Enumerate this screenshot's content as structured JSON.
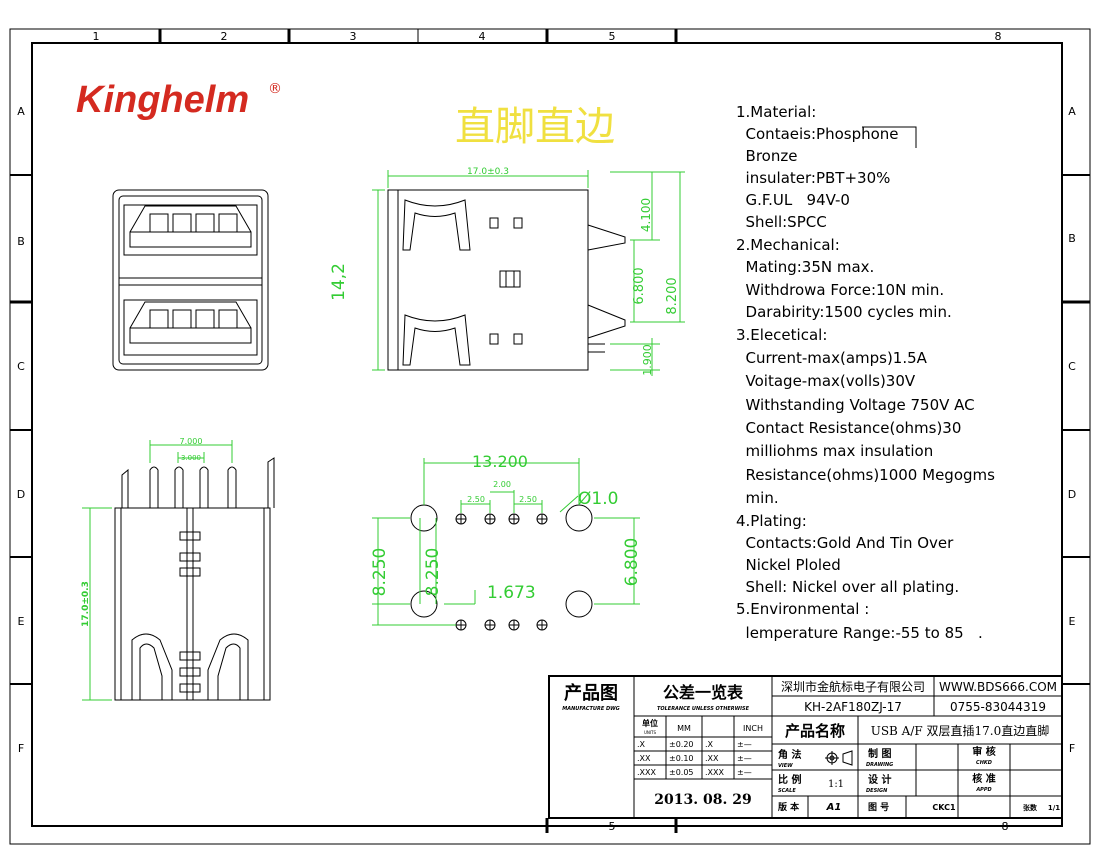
{
  "brand": {
    "name": "Kinghelm",
    "reg": "®"
  },
  "title_cn": "直脚直边",
  "border": {
    "cols_top": [
      "1",
      "2",
      "3",
      "4",
      "5",
      "8"
    ],
    "cols_bottom": [
      "5",
      "8"
    ],
    "rows_left": [
      "A",
      "B",
      "C",
      "D",
      "E",
      "F"
    ],
    "rows_right": [
      "A",
      "B",
      "C",
      "D",
      "E",
      "F"
    ]
  },
  "dims": {
    "top_width": "17.0±0.3",
    "front_height": "14,2",
    "side_4100": "4.100",
    "side_6800": "6.800",
    "side_8200": "8.200",
    "side_1900": "1.900",
    "bot_7000": "7.000",
    "bot_3000": "3.000",
    "bot_height": "17.0±0.3",
    "pcb_13200": "13.200",
    "pcb_200": "2.00",
    "pcb_250a": "2.50",
    "pcb_250b": "2.50",
    "pcb_dia": "Ø1.0",
    "pcb_8250a": "8.250",
    "pcb_8250b": "8.250",
    "pcb_6800": "6.800",
    "pcb_1673": "1.673"
  },
  "spec": [
    "1.Material:",
    "  Contaeis:Phosphone",
    "  Bronze",
    "  insulater:PBT+30%",
    "  G.F.UL   94V-0",
    "  Shell:SPCC",
    "2.Mechanical:",
    "  Mating:35N max.",
    "  Withdrowa Force:10N min.",
    "  Darabirity:1500 cycles min.",
    "3.Elecetical:",
    "  Current-max(amps)1.5A",
    "  Voitage-max(volls)30V",
    "  Withstanding Voltage 750V AC",
    "  Contact Resistance(ohms)30",
    "  milliohms max insulation",
    "  Resistance(ohms)1000 Megogms",
    "  min.",
    "4.Plating:",
    "  Contacts:Gold And Tin Over",
    "  Nickel Ploled",
    "  Shell: Nickel over all plating.",
    "5.Environmental :",
    "  lemperature Range:-55 to 85   ."
  ],
  "title_block": {
    "drawing_cn": "产品图",
    "drawing_en": "MANUFACTURE DWG",
    "tol_cn": "公差一览表",
    "tol_en": "TOLERANCE UNLESS OTHERWISE",
    "unit_cn": "单位",
    "unit_en": "UNITS",
    "mm": "MM",
    "inch": "INCH",
    "tol_rows": [
      [
        ".X",
        "±0.20",
        ".X",
        "±—"
      ],
      [
        ".XX",
        "±0.10",
        ".XX",
        "±—"
      ],
      [
        ".XXX",
        "±0.05",
        ".XXX",
        "±—"
      ]
    ],
    "date": "2013. 08. 29",
    "company": "深圳市金航标电子有限公司",
    "website": "WWW.BDS666.COM",
    "part_no": "KH-2AF180ZJ-17",
    "phone": "0755-83044319",
    "pname_label": "产品名称",
    "pname": "USB A/F 双层直插17.0直边直脚",
    "view_cn": "角 法",
    "view_en": "VIEW",
    "draw_cn": "制 图",
    "draw_en": "DRAWING",
    "chkd_cn": "审 核",
    "chkd_en": "CHKD",
    "scale_cn": "比 例",
    "scale_en": "SCALE",
    "scale": "1:1",
    "design_cn": "设 计",
    "design_en": "DESIGN",
    "appd_cn": "核 准",
    "appd_en": "APPD",
    "ver_cn": "版 本",
    "ver": "A1",
    "dwgno_cn": "图 号",
    "dwgno": "CKC1",
    "sheet_cn": "张数",
    "sheet": "1/1"
  },
  "colors": {
    "dim": "#33cc33",
    "title": "#f0e040",
    "brand": "#d42a20",
    "line": "#000000"
  }
}
